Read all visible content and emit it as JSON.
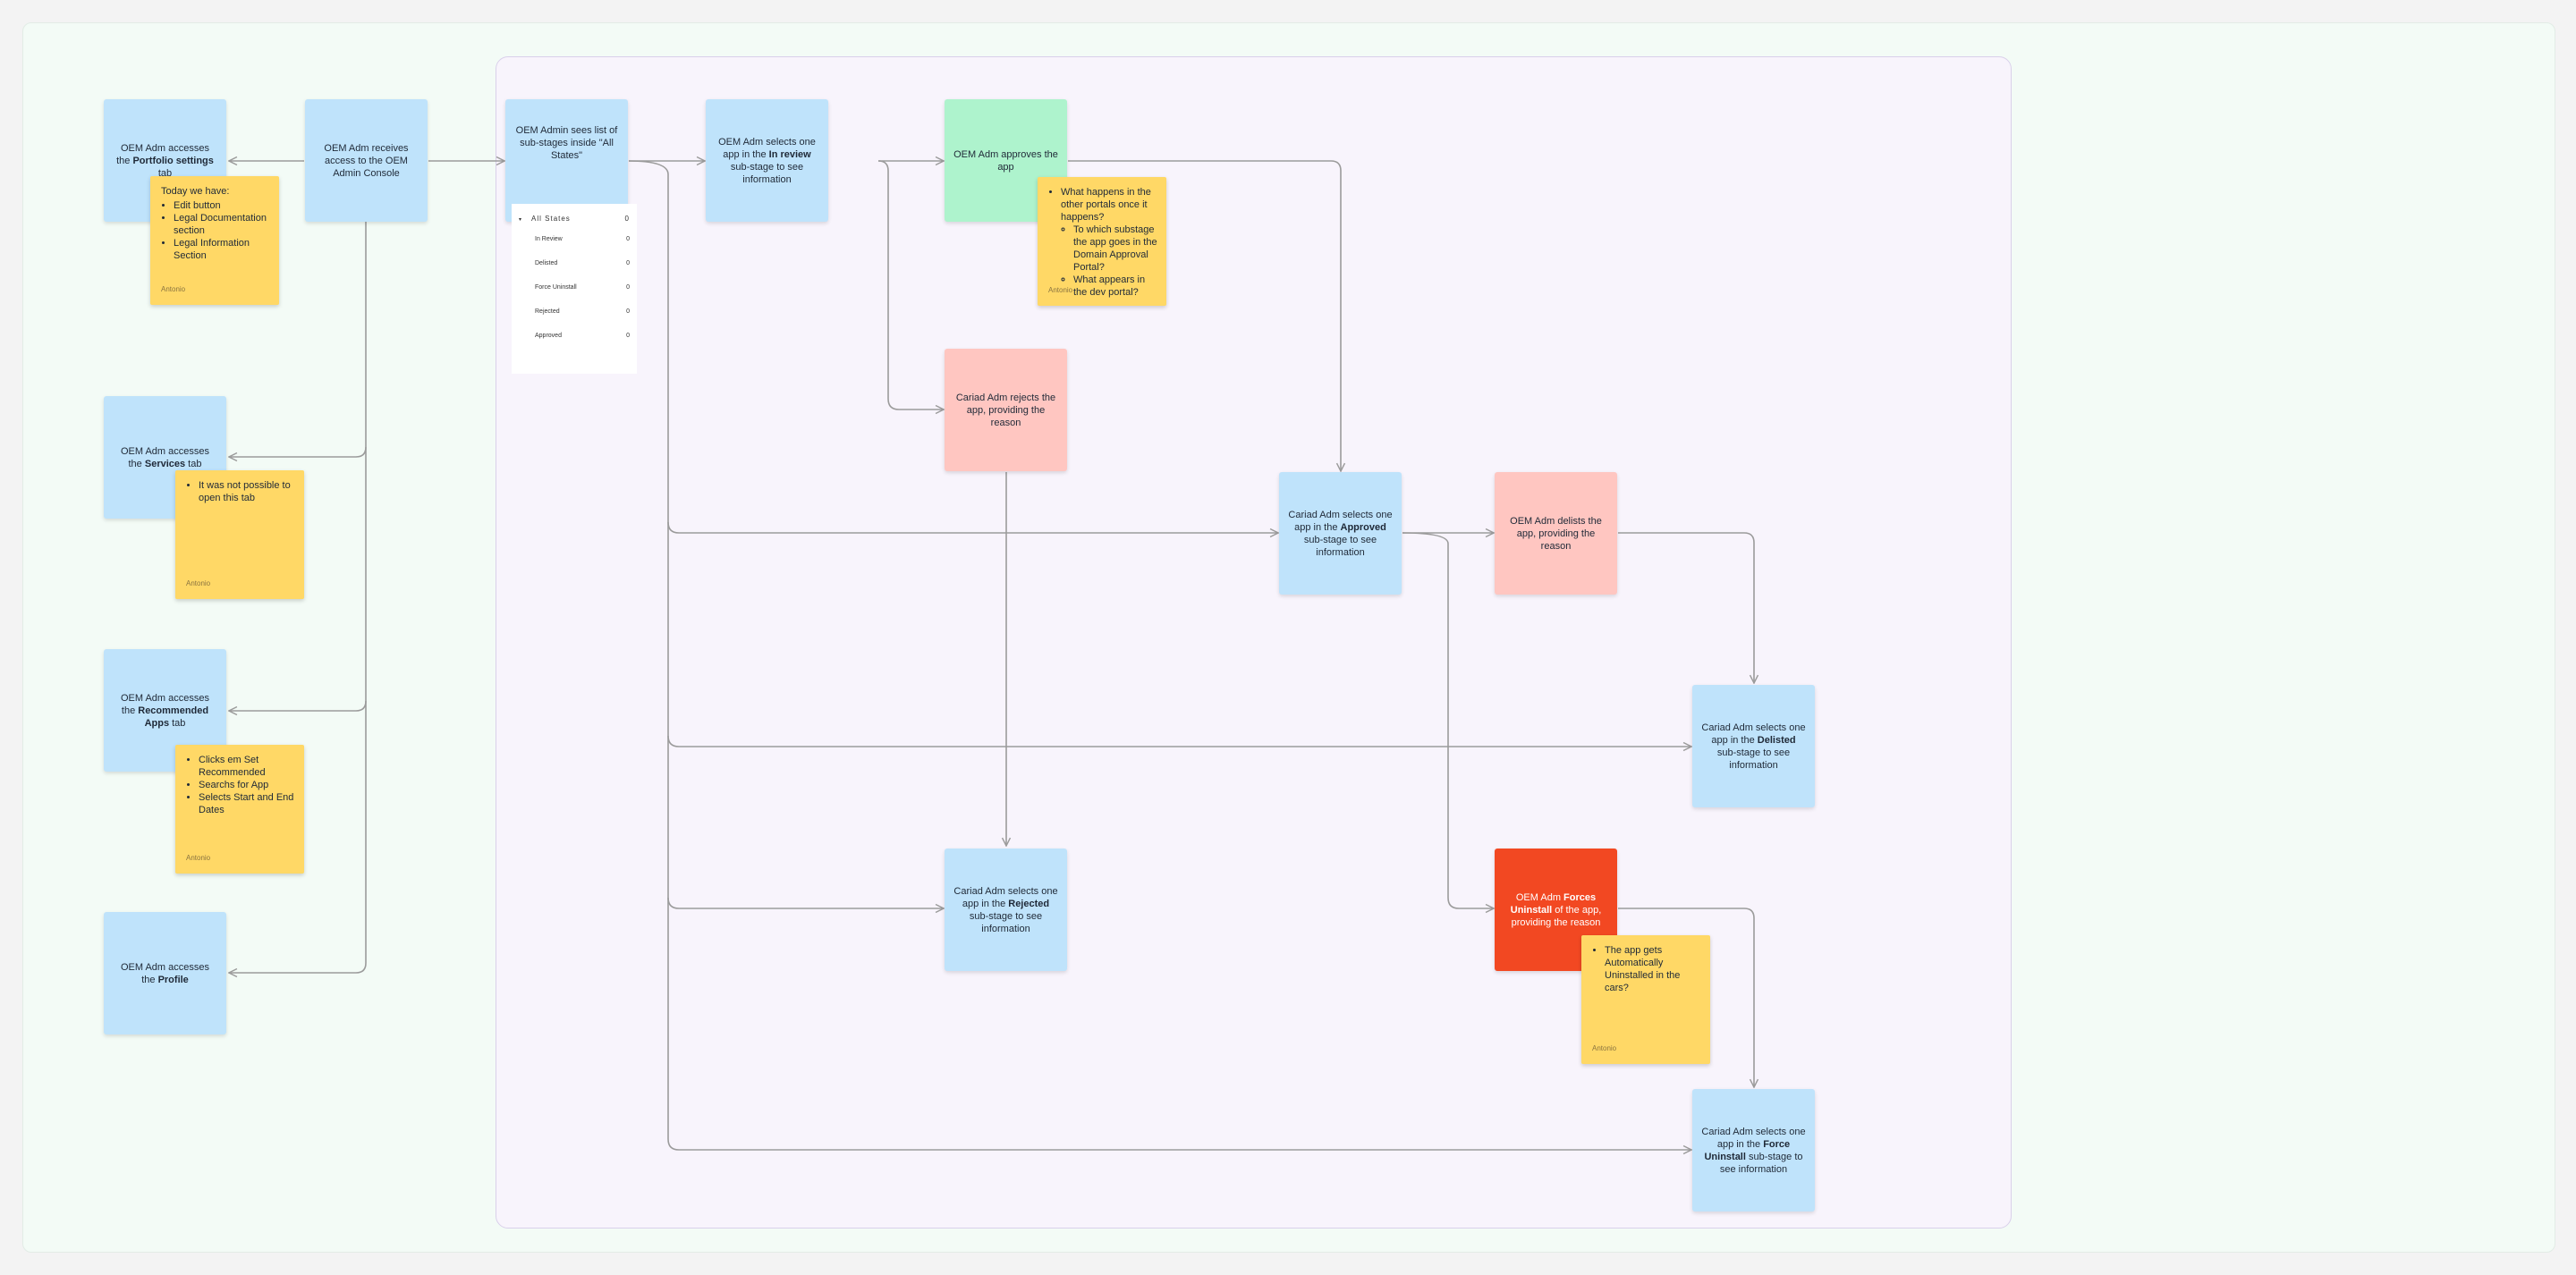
{
  "colors": {
    "canvas": "#f3fbf6",
    "section": "#f8f4fc",
    "blue": "#bfe3fb",
    "green": "#aef3cd",
    "pink": "#ffc6c1",
    "red": "#f24822",
    "yellow_note": "#ffd866",
    "connector": "#9b9b9b"
  },
  "stickies": {
    "portfolio": {
      "pre": "OEM Adm accesses the ",
      "bold": "Portfolio settings",
      "post": " tab"
    },
    "receives": {
      "text": "OEM Adm receives access to the OEM Admin Console"
    },
    "services": {
      "pre": "OEM Adm accesses the ",
      "bold": "Services",
      "post": " tab"
    },
    "recommended": {
      "pre": "OEM Adm accesses the ",
      "bold": "Recommended Apps",
      "post": " tab"
    },
    "profile": {
      "pre": "OEM Adm accesses the ",
      "bold": "Profile",
      "post": ""
    },
    "sees_list": {
      "text": "OEM Admin sees list of sub-stages inside \"All States\""
    },
    "in_review": {
      "pre": "OEM Adm selects one app in the ",
      "bold": "In review",
      "post": " sub-stage to see information"
    },
    "approves": {
      "text": "OEM Adm approves the app"
    },
    "rejects": {
      "text": "Cariad Adm rejects the app, providing the reason"
    },
    "approved": {
      "pre": "Cariad Adm selects one app in the ",
      "bold": "Approved",
      "post": " sub-stage to see information"
    },
    "delists": {
      "text": "OEM Adm delists the app, providing the reason"
    },
    "delisted": {
      "pre": "Cariad Adm selects one app in the ",
      "bold": "Delisted",
      "post": " sub-stage to see information"
    },
    "rejected": {
      "pre": "Cariad Adm selects one app in the ",
      "bold": "Rejected",
      "post": " sub-stage to see information"
    },
    "forces": {
      "pre": "OEM Adm ",
      "bold": "Forces Uninstall",
      "post": " of the app, providing the reason"
    },
    "force_uninstall": {
      "pre": "Cariad Adm selects one app in the ",
      "bold": "Force Uninstall",
      "post": " sub-stage to see information"
    }
  },
  "notes": {
    "portfolio": {
      "intro": "Today we have:",
      "items": [
        "Edit button",
        "Legal Documentation section",
        "Legal Information Section"
      ],
      "author": "Antonio"
    },
    "services": {
      "items": [
        "It was not possible to open this tab"
      ],
      "author": "Antonio"
    },
    "recommended": {
      "items": [
        "Clicks em Set Recommended",
        "Searchs for App",
        "Selects Start and End Dates"
      ],
      "author": "Antonio"
    },
    "approves": {
      "item": "What happens in the other portals once it happens?",
      "subitems": [
        "To which substage the app goes in the Domain Approval Portal?",
        "What appears in the dev portal?"
      ],
      "author": "Antonio"
    },
    "forces": {
      "items": [
        "The app gets Automatically Uninstalled in the cars?"
      ],
      "author": "Antonio"
    }
  },
  "states_panel": {
    "header": "All States",
    "header_count": "0",
    "rows": [
      {
        "label": "In Review",
        "count": "0"
      },
      {
        "label": "Delisted",
        "count": "0"
      },
      {
        "label": "Force Uninstall",
        "count": "0"
      },
      {
        "label": "Rejected",
        "count": "0"
      },
      {
        "label": "Approved",
        "count": "0"
      }
    ]
  }
}
